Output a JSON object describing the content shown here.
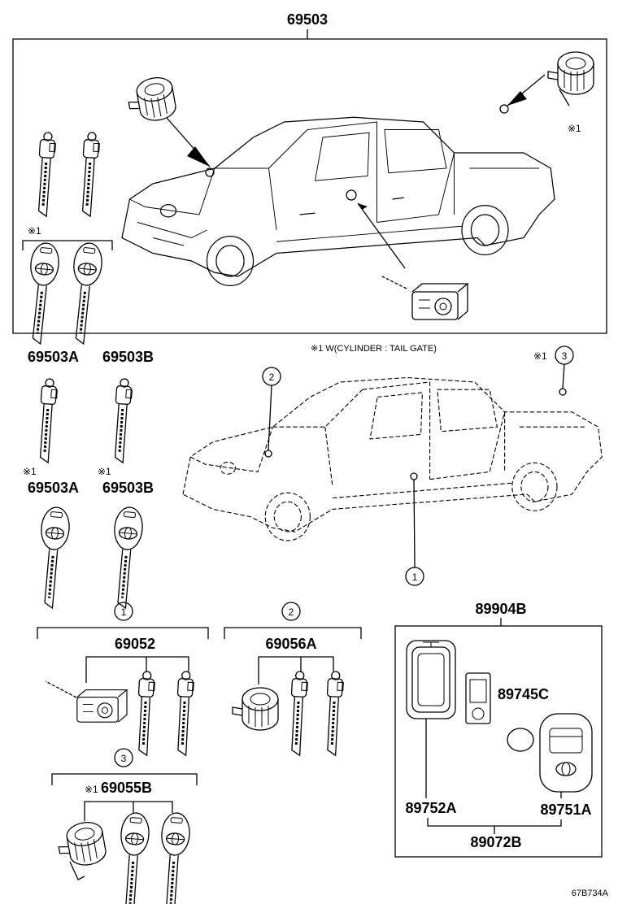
{
  "labels": {
    "main_assembly": "69503",
    "key_a": "69503A",
    "key_b": "69503B",
    "key_a2": "69503A",
    "key_b2": "69503B",
    "remote_set": "89904B",
    "cyl_set_1": "69052",
    "cyl_set_2": "69056A",
    "cyl_set_3": "69055B",
    "battery": "89745C",
    "case_a": "89752A",
    "case_b": "89751A",
    "transmitter": "89072B",
    "figure_code": "67B734A"
  },
  "notes": {
    "mark": "※1",
    "tail_gate": "※1 W(CYLINDER : TAIL GATE)"
  },
  "callouts": {
    "one": "1",
    "two": "2",
    "three": "3"
  }
}
